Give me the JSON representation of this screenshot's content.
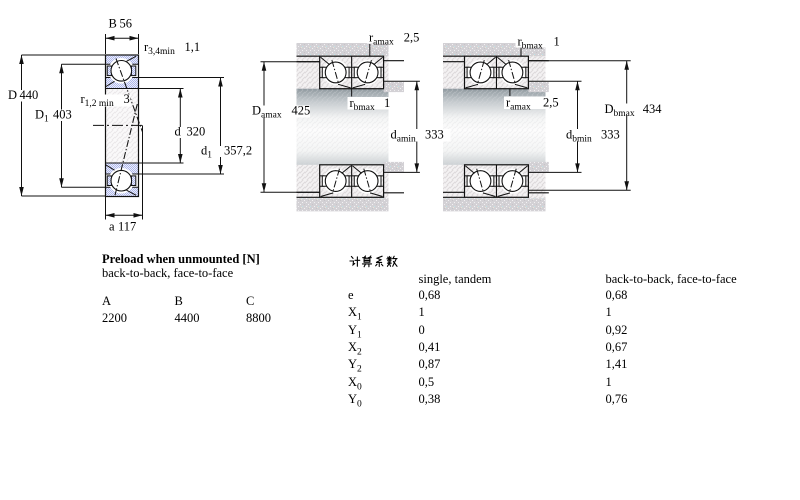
{
  "page": {
    "background": "#ffffff"
  },
  "colors": {
    "line": "#111111",
    "ring_fill": "#c3c9f0",
    "housing_fill": "#dbd9dd"
  },
  "cross_section": {
    "dims": {
      "B": {
        "base": "B",
        "sub": "",
        "value": "56"
      },
      "r34": {
        "base": "r",
        "sub": "3,4min",
        "value": "1,1"
      },
      "D": {
        "base": "D",
        "sub": "",
        "value": "440"
      },
      "D1": {
        "base": "D",
        "sub": "1",
        "value": "403"
      },
      "r12": {
        "base": "r",
        "sub": "1,2 min",
        "value": "3"
      },
      "d": {
        "base": "d",
        "sub": "",
        "value": "320"
      },
      "d1": {
        "base": "d",
        "sub": "1",
        "value": "357,2"
      },
      "a": {
        "base": "a",
        "sub": "",
        "value": "117"
      }
    }
  },
  "back_to_back": {
    "dims": {
      "ra": {
        "base": "r",
        "sub": "amax",
        "value": "2,5"
      },
      "rb": {
        "base": "r",
        "sub": "bmax",
        "value": "1"
      },
      "Da": {
        "base": "D",
        "sub": "amax",
        "value": "425"
      },
      "da": {
        "base": "d",
        "sub": "amin",
        "value": "333"
      }
    }
  },
  "face_to_face": {
    "dims": {
      "rb": {
        "base": "r",
        "sub": "bmax",
        "value": "1"
      },
      "ra": {
        "base": "r",
        "sub": "amax",
        "value": "2,5"
      },
      "Db": {
        "base": "D",
        "sub": "bmax",
        "value": "434"
      },
      "db": {
        "base": "d",
        "sub": "bmin",
        "value": "333"
      }
    }
  },
  "preload": {
    "title": "Preload when unmounted [N]",
    "subtitle": "back-to-back, face-to-face",
    "columns": [
      "A",
      "B",
      "C"
    ],
    "values": [
      "2200",
      "4400",
      "8800"
    ]
  },
  "factors": {
    "title": "计算系数",
    "headers": {
      "single": "single, tandem",
      "paired": "back-to-back, face-to-face"
    },
    "rows": [
      {
        "base": "e",
        "sub": "",
        "single": "0,68",
        "paired": "0,68"
      },
      {
        "base": "X",
        "sub": "1",
        "single": "1",
        "paired": "1"
      },
      {
        "base": "Y",
        "sub": "1",
        "single": "0",
        "paired": "0,92"
      },
      {
        "base": "X",
        "sub": "2",
        "single": "0,41",
        "paired": "0,67"
      },
      {
        "base": "Y",
        "sub": "2",
        "single": "0,87",
        "paired": "1,41"
      },
      {
        "base": "X",
        "sub": "0",
        "single": "0,5",
        "paired": "1"
      },
      {
        "base": "Y",
        "sub": "0",
        "single": "0,38",
        "paired": "0,76"
      }
    ]
  }
}
